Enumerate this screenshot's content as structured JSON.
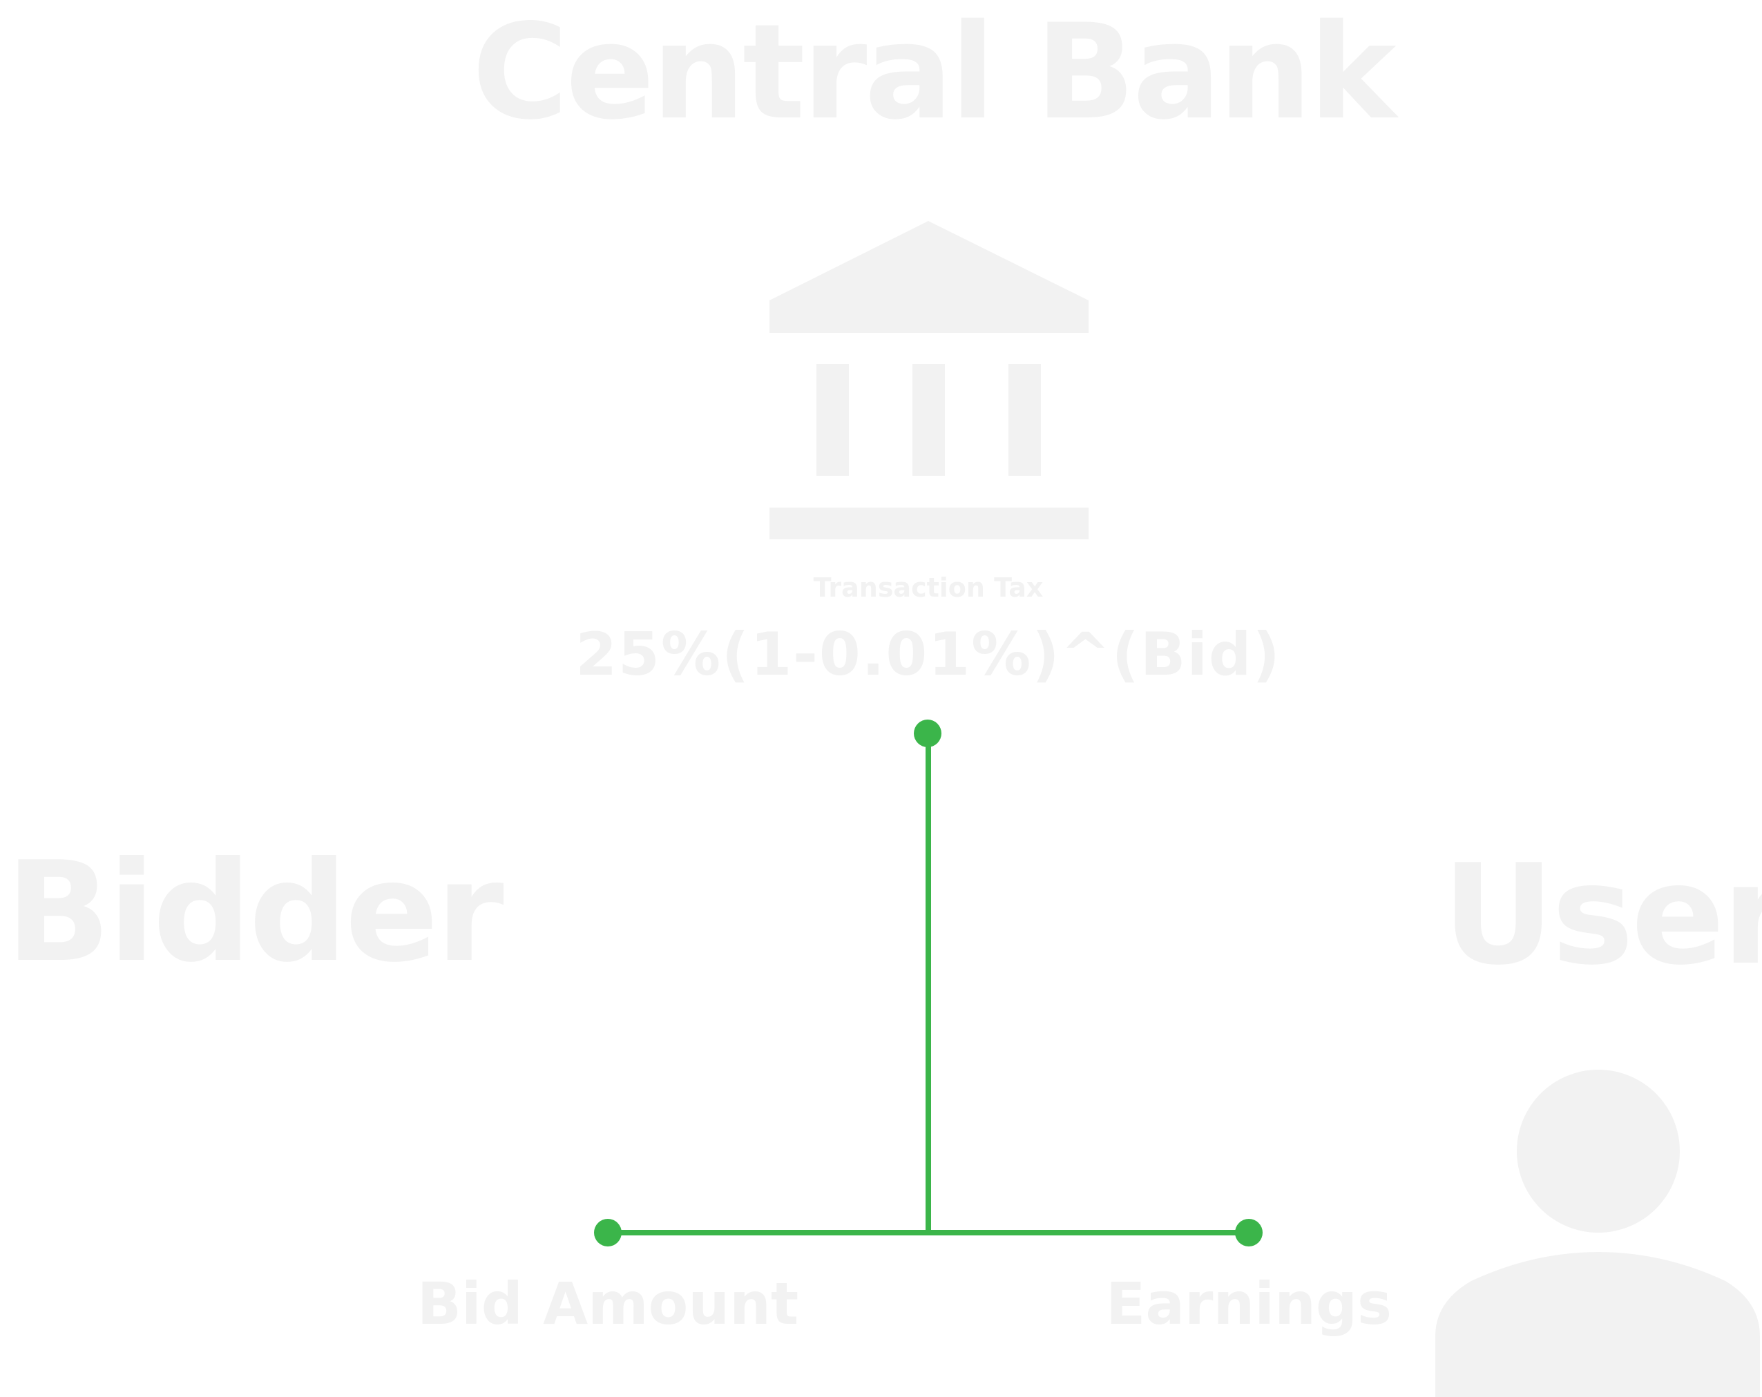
{
  "title": "Central Bank",
  "tax": {
    "label": "Transaction Tax",
    "formula": "25%(1-0.01%)^(Bid)"
  },
  "nodes": {
    "bidder": "Bidder",
    "user": "User"
  },
  "edges": {
    "left_label": "Bid Amount",
    "right_label": "Earnings"
  },
  "colors": {
    "text": "#f2f2f2",
    "connector": "#3bb54a"
  }
}
